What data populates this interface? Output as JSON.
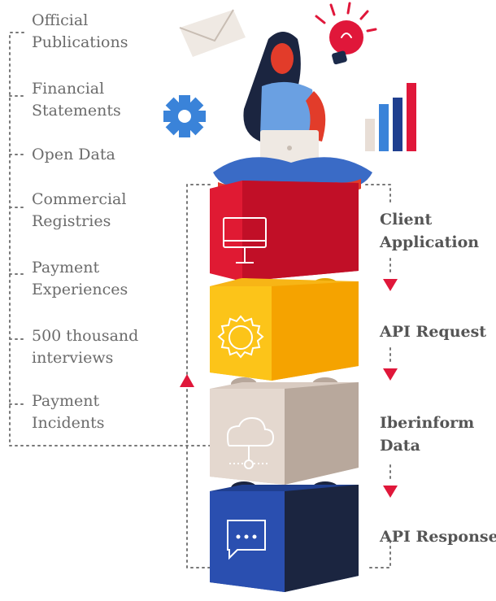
{
  "sources": [
    {
      "lines": [
        "Official",
        "Publications"
      ]
    },
    {
      "lines": [
        "Financial",
        "Statements"
      ]
    },
    {
      "lines": [
        "Open Data"
      ]
    },
    {
      "lines": [
        "Commercial",
        "Registries"
      ]
    },
    {
      "lines": [
        "Payment",
        "Experiences"
      ]
    },
    {
      "lines": [
        "500 thousand",
        "interviews"
      ]
    },
    {
      "lines": [
        "Payment",
        "Incidents"
      ]
    }
  ],
  "steps": [
    {
      "lines": [
        "Client",
        "Application"
      ]
    },
    {
      "lines": [
        "API Request"
      ]
    },
    {
      "lines": [
        "Iberinform",
        "Data"
      ]
    },
    {
      "lines": [
        "API Response"
      ]
    }
  ],
  "colors": {
    "red": "#d7132e",
    "yellow": "#f7b516",
    "beige": "#d9cbc1",
    "navy": "#1f3f8f",
    "connector": "#777777",
    "arrow": "#e0173a"
  },
  "icons": [
    "monitor-icon",
    "gear-icon",
    "cloud-network-icon",
    "chat-bubble-icon",
    "envelope-icon",
    "lightbulb-icon",
    "bar-chart-icon"
  ]
}
